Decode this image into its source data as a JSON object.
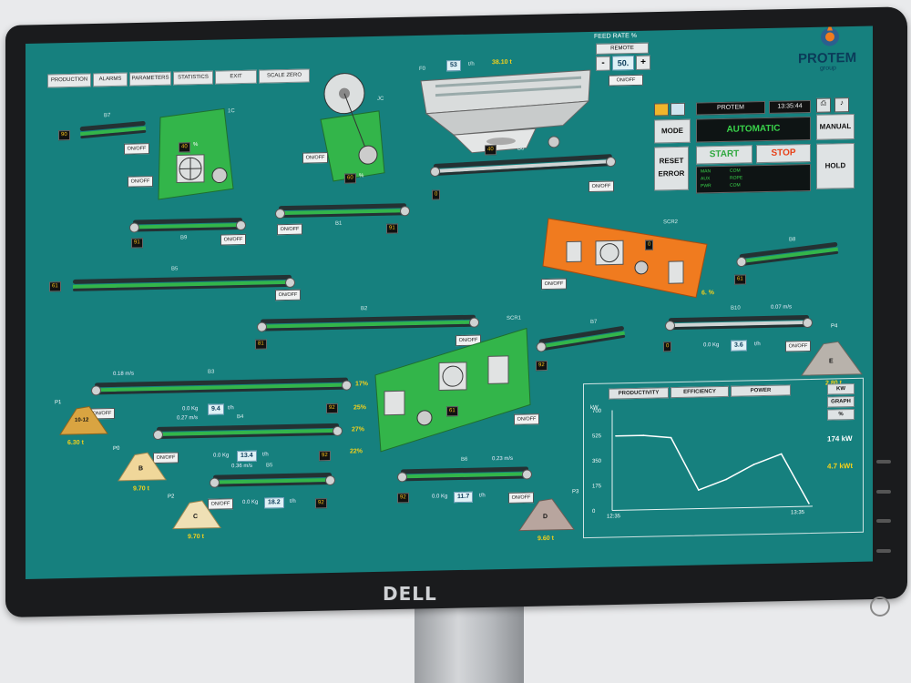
{
  "toolbar": {
    "production": "PRODUCTION",
    "alarms": "ALARMS",
    "parameters": "PARAMETERS",
    "statistics": "STATISTICS",
    "exit": "EXIT",
    "scale_zero": "SCALE ZERO"
  },
  "feed": {
    "feed_rate_label": "FEED RATE %",
    "remote": "REMOTE",
    "minus": "-",
    "value": "50.",
    "plus": "+",
    "onoff": "ON/OFF",
    "feeder_tag": "F0",
    "rate_box": "53",
    "rate_unit": "t/h",
    "tonnage": "38.10 t"
  },
  "brand": {
    "name": "PROTEM",
    "sub": "group"
  },
  "control": {
    "operator": "PROTEM",
    "time": "13:35:44",
    "mode_label": "MODE",
    "mode_value": "AUTOMATIC",
    "manual": "MANUAL",
    "start": "START",
    "stop": "STOP",
    "reset": "RESET ERROR",
    "hold": "HOLD",
    "status": [
      "MAN",
      "AUX",
      "PWR",
      "COM",
      "ROPE",
      "COM"
    ]
  },
  "crushers": {
    "jaw": {
      "tag": "1C",
      "value": "40",
      "unit": "%"
    },
    "cone": {
      "tag": "JC",
      "value": "60",
      "unit": "%"
    }
  },
  "belts": [
    {
      "tag": "B7",
      "value": "90",
      "onoff": "ON/OFF"
    },
    {
      "tag": "B9",
      "value": "91",
      "onoff": "ON/OFF"
    },
    {
      "tag": "B1",
      "value": "91",
      "onoff": "ON/OFF"
    },
    {
      "tag": "B0",
      "value": "0",
      "onoff": "ON/OFF"
    },
    {
      "tag": "B5",
      "value": "61",
      "onoff": "ON/OFF"
    },
    {
      "tag": "B2",
      "value": "81",
      "onoff": "ON/OFF"
    },
    {
      "tag": "B8",
      "value": "61",
      "onoff": "ON/OFF"
    },
    {
      "tag": "B7",
      "value": "92",
      "onoff": "ON/OFF"
    },
    {
      "tag": "B10",
      "value": "0",
      "onoff": "ON/OFF",
      "speed": "0.07 m/s",
      "weight": "0.0 Kg",
      "rate": "3.6",
      "unit": "t/h"
    },
    {
      "tag": "B3",
      "value": "92",
      "onoff": "ON/OFF",
      "speed": "0.18 m/s",
      "weight": "0.0 Kg",
      "rate": "9.4",
      "unit": "t/h"
    },
    {
      "tag": "B4",
      "value": "92",
      "onoff": "ON/OFF",
      "speed": "0.27 m/s",
      "weight": "0.0 Kg",
      "rate": "13.4",
      "unit": "t/h"
    },
    {
      "tag": "B5",
      "value": "92",
      "onoff": "ON/OFF",
      "speed": "0.36 m/s",
      "weight": "0.0 Kg",
      "rate": "18.2",
      "unit": "t/h"
    },
    {
      "tag": "B6",
      "value": "92",
      "onoff": "ON/OFF",
      "speed": "0.23 m/s",
      "weight": "0.0 Kg",
      "rate": "11.7",
      "unit": "t/h"
    }
  ],
  "screens": {
    "scr2": {
      "tag": "SCR2",
      "value": "0",
      "pct": "6. %",
      "onoff": "ON/OFF"
    },
    "scr1": {
      "tag": "SCR1",
      "value": "61",
      "onoff": "ON/OFF",
      "pcts": [
        "17%",
        "25%",
        "27%",
        "22%"
      ]
    }
  },
  "piles": [
    {
      "tag": "P1",
      "label": "10-12",
      "tons": "6.30 t",
      "color": "#d9a441"
    },
    {
      "tag": "P0",
      "label": "B",
      "tons": "9.70 t",
      "color": "#f0d79a"
    },
    {
      "tag": "P2",
      "label": "C",
      "tons": "9.70 t",
      "color": "#efe0b5"
    },
    {
      "tag": "P3",
      "label": "D",
      "tons": "9.60 t",
      "color": "#b8a59e"
    },
    {
      "tag": "P4",
      "label": "E",
      "tons": "2.80 t",
      "color": "#b8b2ab"
    }
  ],
  "chart_panel": {
    "tabs": [
      "PRODUCTIVITY",
      "EFFICIENCY",
      "POWER"
    ],
    "side": [
      "KW",
      "GRAPH",
      "%"
    ],
    "power_value": "174 kW",
    "eff_value": "4.7 kWt"
  },
  "chart_data": {
    "type": "line",
    "ylabel": "kW",
    "yticks": [
      "700",
      "525",
      "350",
      "175",
      "0"
    ],
    "ylim": [
      0,
      700
    ],
    "x": [
      "12:35",
      "",
      "",
      "",
      "",
      "",
      "",
      "13:35"
    ],
    "series": [
      {
        "values": [
          520,
          520,
          500,
          130,
          200,
          300,
          370,
          20
        ]
      }
    ],
    "xticks": [
      "12:35",
      "13:35"
    ]
  },
  "colors": {
    "screen": "#16807e",
    "accent_green": "#33b54a",
    "orange": "#f07b1f",
    "yellow": "#f6d11a"
  }
}
